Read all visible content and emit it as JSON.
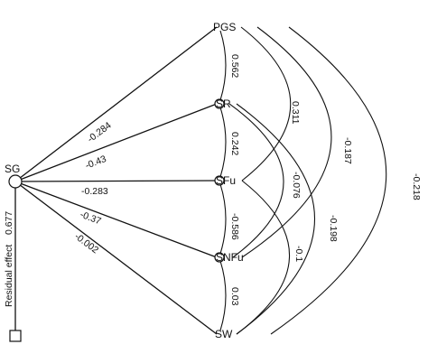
{
  "nodes": {
    "sg": "SG",
    "pgs": "PGS",
    "sr": "SR",
    "sfu": "SFu",
    "snfu": "SNFu",
    "sw": "SW"
  },
  "direct_effects": {
    "pgs": "-0.284",
    "sr": "-0.43",
    "sfu": "-0.283",
    "snfu": "-0.37",
    "sw": "-0.002"
  },
  "correlations": {
    "pgs_sr": "0.562",
    "sr_sfu": "0.242",
    "sfu_snfu": "-0.586",
    "snfu_sw": "0.03",
    "pgs_sfu": "0.311",
    "sr_snfu": "-0.076",
    "sfu_sw": "-0.1",
    "pgs_snfu": "-0.187",
    "sr_sw": "-0.198",
    "pgs_sw": "-0.218"
  },
  "residual": {
    "label": "Residual effect",
    "value": "0.677"
  }
}
